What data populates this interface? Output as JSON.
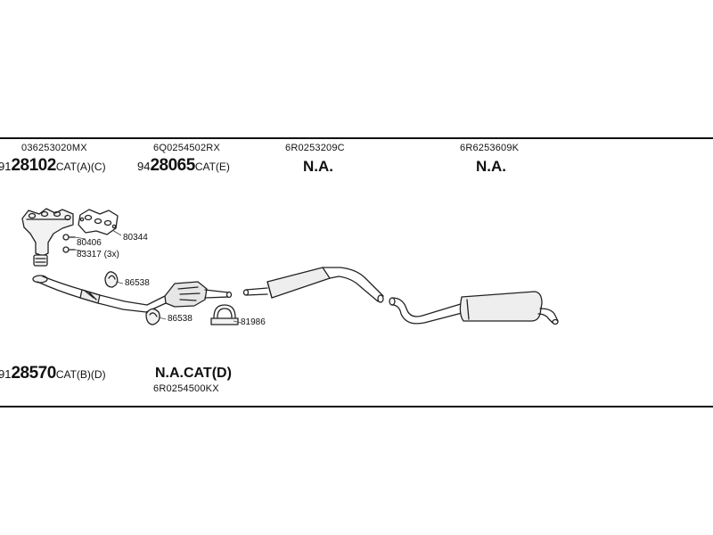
{
  "top_row": {
    "codes": [
      "036253020MX",
      "6Q0254502RX",
      "6R0253209C",
      "6R6253609K"
    ],
    "part1": {
      "prefix": "91",
      "number": "28102",
      "suffix": "CAT(A)(C)"
    },
    "part2": {
      "prefix": "94",
      "number": "28065",
      "suffix": "CAT(E)"
    },
    "na3": "N.A.",
    "na4": "N.A."
  },
  "callouts": {
    "c80344": "80344",
    "c80406": "80406",
    "c83317": "83317 (3x)",
    "c86538a": "86538",
    "c86538b": "86538",
    "c81986": "81986"
  },
  "bottom_row": {
    "part1": {
      "prefix": "91",
      "number": "28570",
      "suffix": "CAT(B)(D)"
    },
    "na_cat": "N.A.CAT(D)",
    "code": "6R0254500KX"
  }
}
